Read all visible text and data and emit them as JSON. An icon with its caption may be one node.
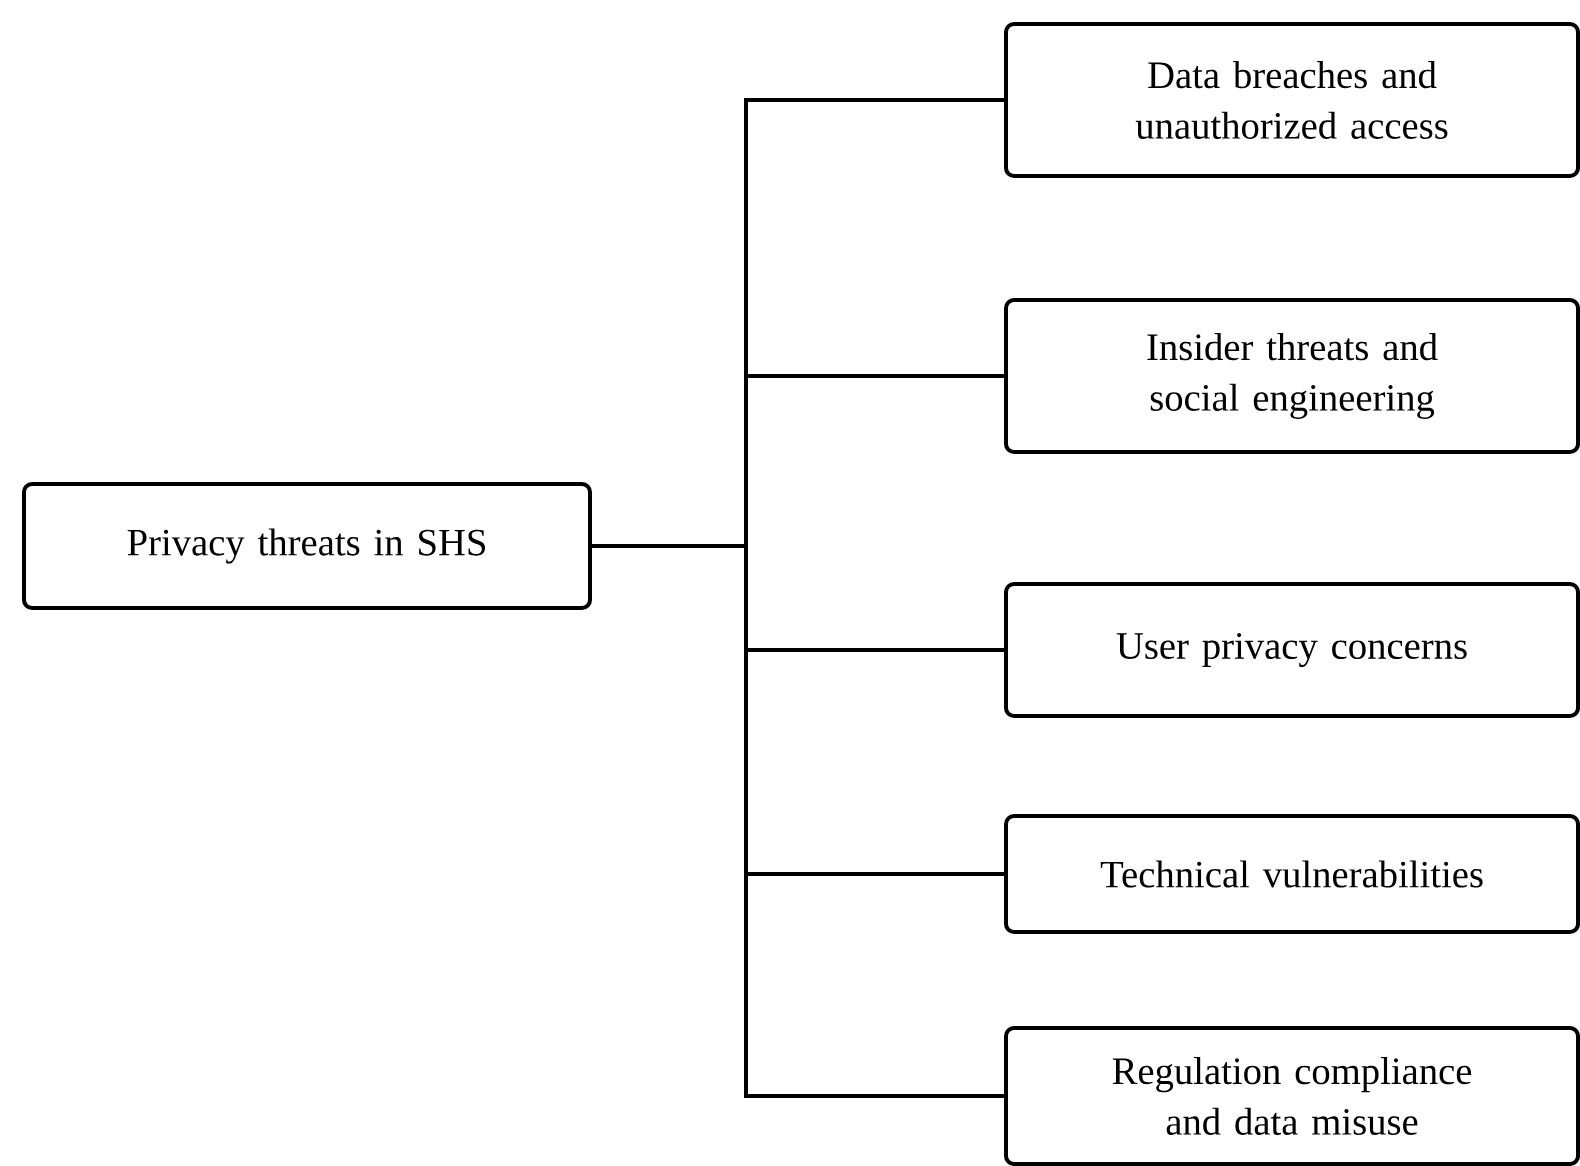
{
  "diagram": {
    "nodes": [
      {
        "text": [
          "Privacy threats in SHS"
        ]
      },
      {
        "text": [
          "Data breaches and unauthorized access"
        ]
      },
      {
        "text": [
          "Insider threats and social engineering"
        ]
      },
      {
        "text": [
          "User privacy concerns"
        ]
      },
      {
        "text": [
          "Technical vulnerabilities"
        ]
      },
      {
        "text": [
          "Regulation compliance and data misuse"
        ]
      }
    ],
    "edges": [
      {
        "from": 0,
        "to": 1,
        "arrow": "none"
      },
      {
        "from": 0,
        "to": 2,
        "arrow": "none"
      },
      {
        "from": 0,
        "to": 3,
        "arrow": "none"
      },
      {
        "from": 0,
        "to": 4,
        "arrow": "none"
      },
      {
        "from": 0,
        "to": 5,
        "arrow": "none"
      }
    ]
  }
}
